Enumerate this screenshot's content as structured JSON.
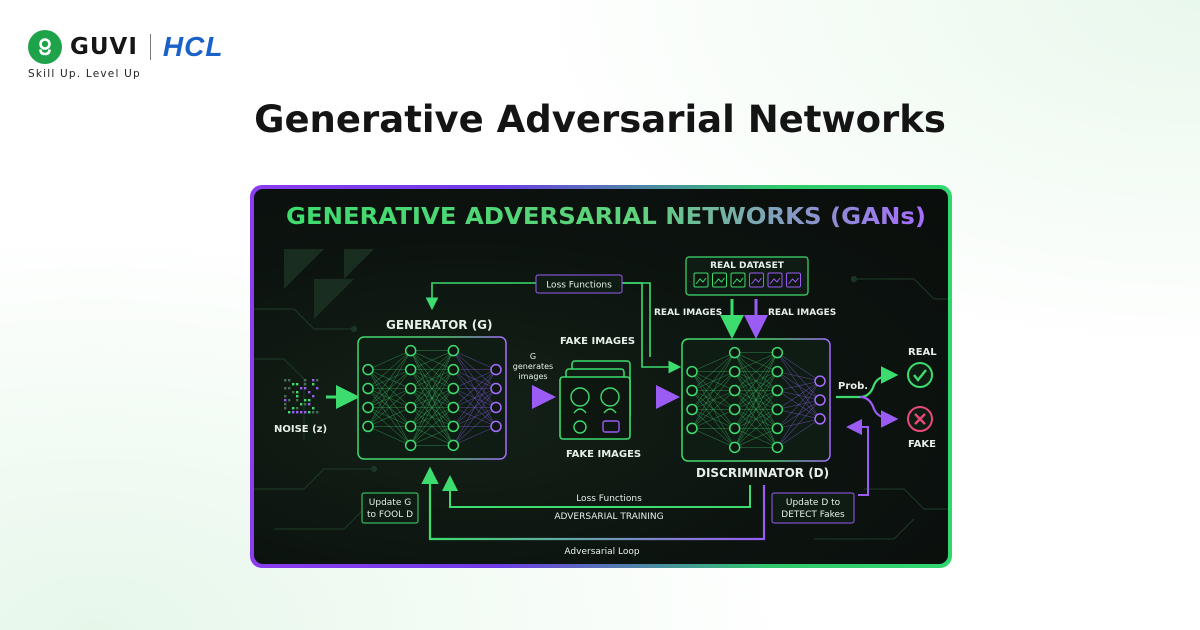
{
  "brand": {
    "name": "GUVI",
    "partner": "HCL",
    "tagline": "Skill Up. Level Up",
    "colors": {
      "guvi_green": "#1ea34a",
      "hcl_blue": "#1a62c7"
    }
  },
  "page_title": "Generative Adversarial Networks",
  "diagram": {
    "title": "GENERATIVE ADVERSARIAL NETWORKS (GANs)",
    "noise_label": "NOISE (z)",
    "generator_label": "GENERATOR (G)",
    "generates_label": [
      "G",
      "generates",
      "images"
    ],
    "fake_images_top": "FAKE IMAGES",
    "fake_images_bottom": "FAKE IMAGES",
    "real_dataset": "REAL DATASET",
    "real_images_left": "REAL IMAGES",
    "real_images_right": "REAL IMAGES",
    "loss_functions_top": "Loss Functions",
    "discriminator_label": "DISCRIMINATOR (D)",
    "prob_label": "Prob.",
    "real_label": "REAL",
    "fake_label": "FAKE",
    "update_g": [
      "Update G",
      "to FOOL D"
    ],
    "update_d": [
      "Update D to",
      "DETECT Fakes"
    ],
    "loss_functions_bottom": "Loss Functions",
    "adversarial_training": "ADVERSARIAL TRAINING",
    "adversarial_loop": "Adversarial Loop",
    "dataset_icons": [
      "image-icon",
      "camera-icon",
      "photo-icon",
      "search-icon",
      "landscape-icon",
      "gallery-icon"
    ],
    "colors": {
      "green": "#3ddc6e",
      "purple": "#9a5cf5",
      "panel_bg": "#0c130f",
      "fake_red": "#e84a78"
    }
  }
}
